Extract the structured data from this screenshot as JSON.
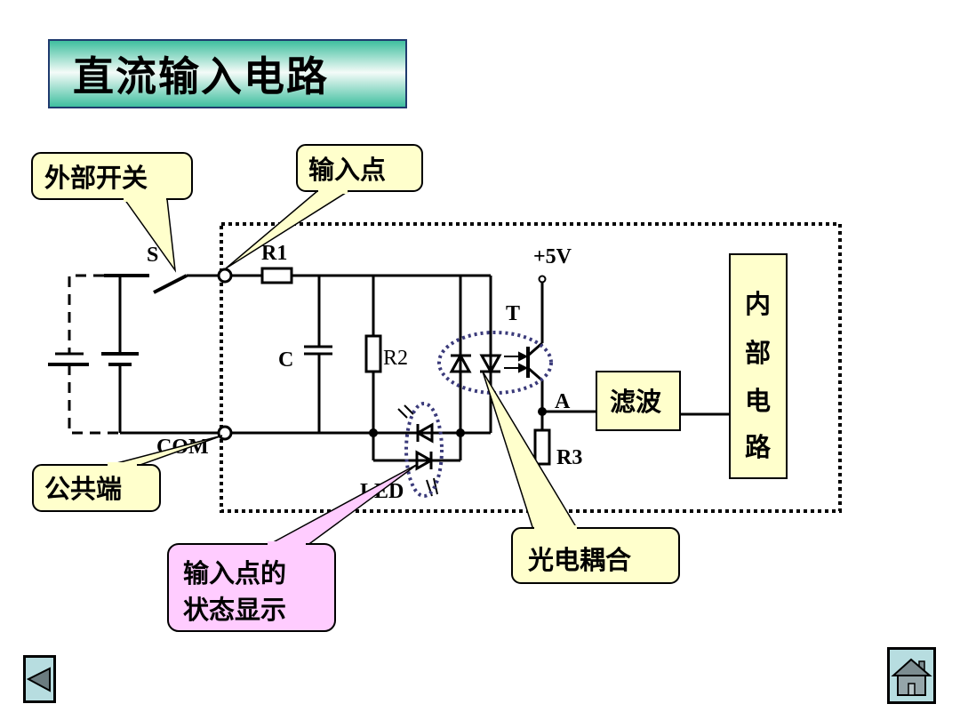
{
  "title": "直流输入电路",
  "callouts": {
    "external_switch": "外部开关",
    "input_point": "输入点",
    "common_terminal": "公共端",
    "input_status_line1": "输入点的",
    "input_status_line2": "状态显示",
    "optocoupler": "光电耦合"
  },
  "blocks": {
    "filter": "滤波",
    "internal_circuit": [
      "内",
      "部",
      "电",
      "路"
    ]
  },
  "labels": {
    "switch": "S",
    "r1": "R1",
    "c": "C",
    "r2": "R2",
    "com": "COM",
    "led": "LED",
    "transistor": "T",
    "vcc": "+5V",
    "node_a": "A",
    "r3": "R3"
  },
  "colors": {
    "callout_yellow": "#ffffcc",
    "callout_pink": "#ffccff",
    "block_fill": "#ffffcc",
    "ellipse_dots": "#3a3a7a",
    "nav_fill": "#b7dde0",
    "title_gradient": "#3fbf9f"
  },
  "nav": {
    "back_icon": "back-triangle-icon",
    "home_icon": "home-icon"
  }
}
